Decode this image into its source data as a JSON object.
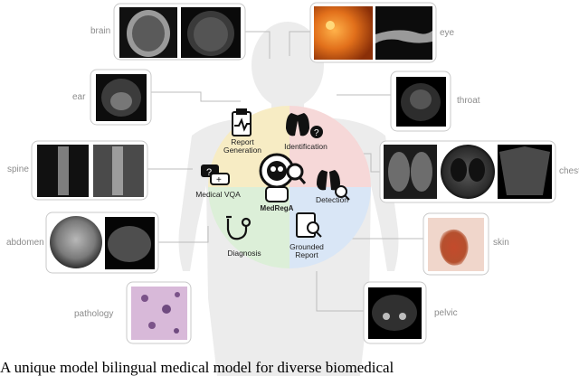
{
  "labels": {
    "brain": "brain",
    "ear": "ear",
    "spine": "spine",
    "abdomen": "abdomen",
    "pathology": "pathology",
    "eye": "eye",
    "throat": "throat",
    "chest": "chest",
    "skin": "skin",
    "pelvic": "pelvic"
  },
  "tasks": {
    "report_line1": "Report",
    "report_line2": "Generation",
    "identification": "Identification",
    "medical_vqa": "Medical VQA",
    "detection": "Detection",
    "diagnosis": "Diagnosis",
    "grounded_line1": "Grounded",
    "grounded_line2": "Report"
  },
  "center_name": "MedRegA",
  "caption": "A unique model bilingual medical model for diverse biomedical",
  "colors": {
    "sector_yellow": "#f7ecc4",
    "sector_red": "#f6d8d8",
    "sector_blue": "#d9e6f6",
    "sector_green": "#dcefd8",
    "silhouette": "#ececec",
    "connector": "#bdbdbd"
  }
}
